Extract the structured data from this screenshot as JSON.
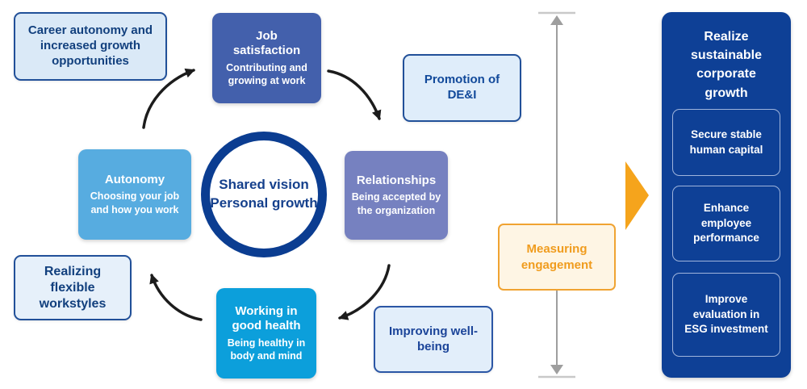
{
  "diagram": {
    "center": {
      "line1": "Shared vision",
      "line2": "Personal growth"
    },
    "nodes": {
      "job": {
        "title": "Job satisfaction",
        "subtitle": "Contributing and growing at work"
      },
      "relationships": {
        "title": "Relationships",
        "subtitle": "Being accepted by the organization"
      },
      "working": {
        "title": "Working in good health",
        "subtitle": "Being healthy in body and mind"
      },
      "autonomy": {
        "title": "Autonomy",
        "subtitle": "Choosing your job and how you work"
      }
    },
    "labels": {
      "career": "Career autonomy and increased growth opportunities",
      "dei": "Promotion of DE&I",
      "flexible": "Realizing flexible workstyles",
      "wellbeing": "Improving well-being"
    }
  },
  "measuring": {
    "label": "Measuring engagement"
  },
  "outcome": {
    "title": "Realize sustainable corporate growth",
    "items": [
      "Secure stable human capital",
      "Enhance employee performance",
      "Improve evaluation in ESG investment"
    ]
  },
  "colors": {
    "node_job": "#4360AC",
    "node_relationships": "#7681C0",
    "node_working": "#0C9FDB",
    "node_autonomy": "#57ACE0",
    "circle_border": "#0B3D91",
    "light_box_fill": "#DAE9F7",
    "light_box_border": "#215099",
    "light_box_text": "#12407E",
    "panel_fill": "#0E4096",
    "accent_orange": "#F5A41C",
    "measuring_border": "#F0A332",
    "measuring_fill": "#FEF5E4",
    "measuring_text": "#F09C1E",
    "arrow_black": "#1C1C1C",
    "measure_line_gray": "#9E9E9E"
  }
}
